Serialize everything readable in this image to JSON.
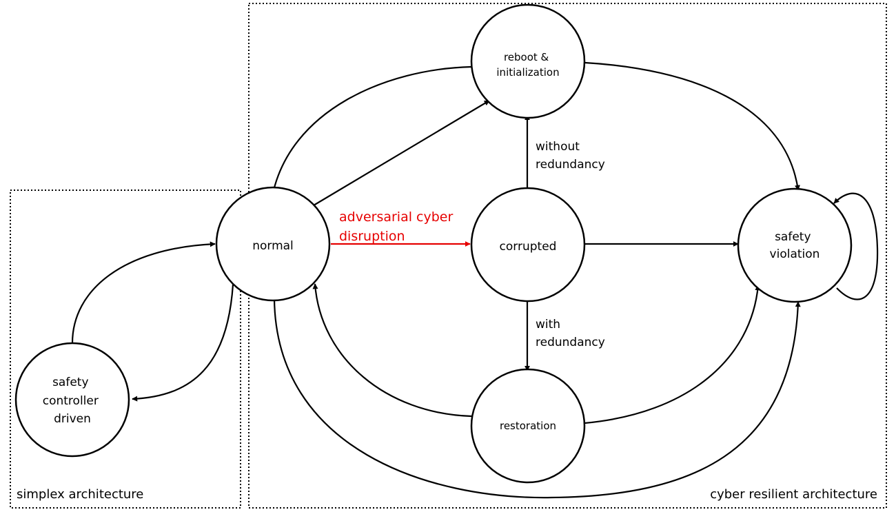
{
  "frames": {
    "simplex": "simplex architecture",
    "cyber_resilient": "cyber resilient architecture"
  },
  "nodes": {
    "reboot": [
      "reboot &",
      "initialization"
    ],
    "normal": [
      "normal"
    ],
    "corrupted": [
      "corrupted"
    ],
    "safety_violation": [
      "safety",
      "violation"
    ],
    "restoration": [
      "restoration"
    ],
    "safety_controller": [
      "safety",
      "controller",
      "driven"
    ]
  },
  "edge_labels": {
    "adversarial": [
      "adversarial cyber",
      "disruption"
    ],
    "without_redundancy": [
      "without",
      "redundancy"
    ],
    "with_redundancy": [
      "with",
      "redundancy"
    ]
  },
  "colors": {
    "adversarial_edge": "#e60000",
    "stroke": "#000000",
    "background": "#ffffff"
  }
}
